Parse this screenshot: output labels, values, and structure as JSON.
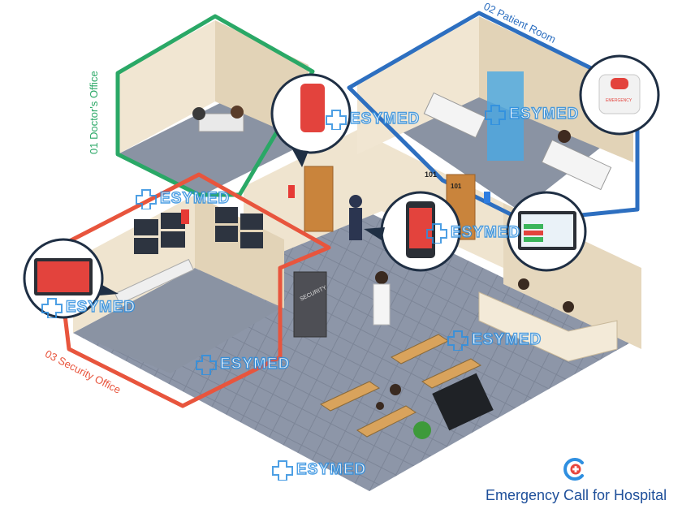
{
  "rooms": {
    "doctor": {
      "label": "01 Doctor's Office",
      "color": "#2aa866"
    },
    "patient": {
      "label": "02 Patient Room",
      "color": "#2d6fc0"
    },
    "security": {
      "label": "03 Security Office",
      "color": "#e8553d"
    }
  },
  "watermark": {
    "text": "ESYMED",
    "color": "#2f8fe0"
  },
  "signs": {
    "security_door": "SECURITY",
    "room_101_wall": "101",
    "room_101_door": "101"
  },
  "callout_icons": {
    "emergency_button": "EMERGENCY"
  },
  "brand": {
    "title": "Emergency Call for Hospital",
    "title_color": "#1e4f9a",
    "logo_icon": "hospital-cross-logo-icon",
    "accent": "#e8453d"
  }
}
